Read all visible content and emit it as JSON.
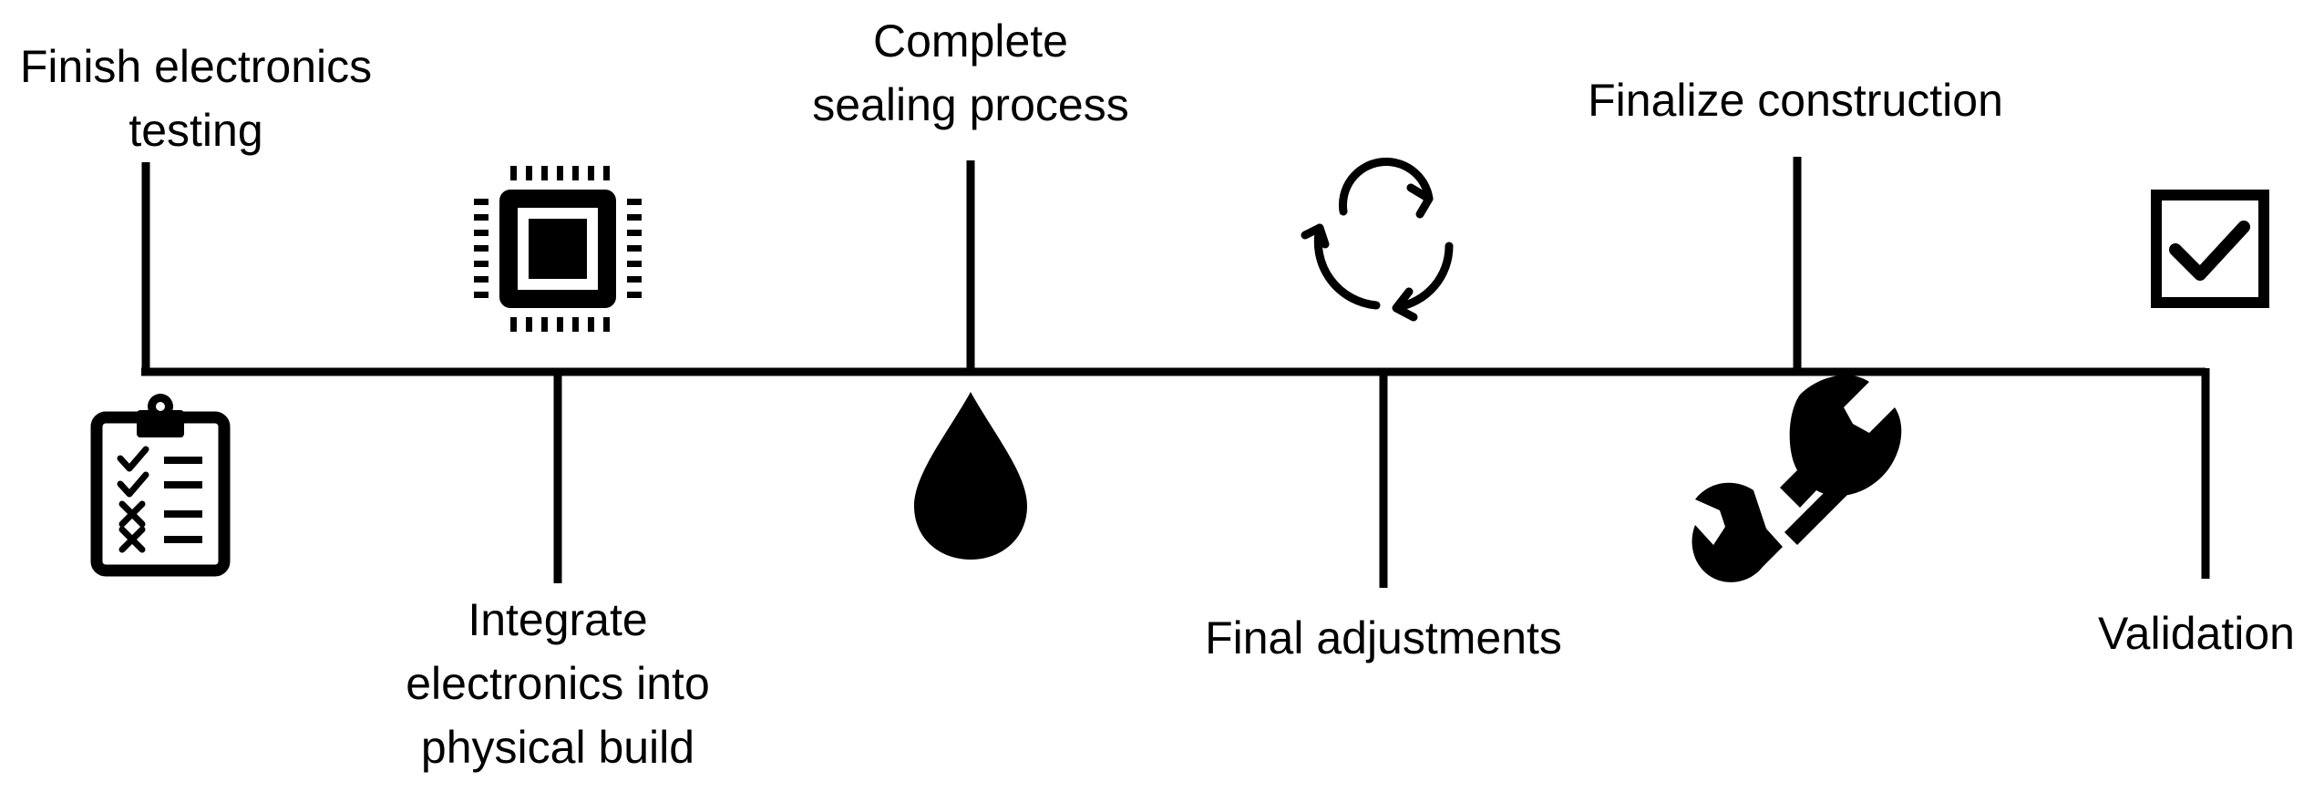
{
  "timeline": {
    "line_color": "#000000",
    "milestones": [
      {
        "id": "m1",
        "lines": [
          "Finish electronics",
          "testing"
        ],
        "icon": "clipboard-checklist-icon"
      },
      {
        "id": "m2",
        "lines": [
          "Integrate",
          "electronics into",
          "physical build"
        ],
        "icon": "microchip-icon"
      },
      {
        "id": "m3",
        "lines": [
          "Complete",
          "sealing process"
        ],
        "icon": "water-drop-icon"
      },
      {
        "id": "m4",
        "lines": [
          "Final adjustments"
        ],
        "icon": "refresh-cycle-icon"
      },
      {
        "id": "m5",
        "lines": [
          "Finalize construction"
        ],
        "icon": "wrench-icon"
      },
      {
        "id": "m6",
        "lines": [
          "Validation"
        ],
        "icon": "checkbox-checked-icon"
      }
    ]
  }
}
